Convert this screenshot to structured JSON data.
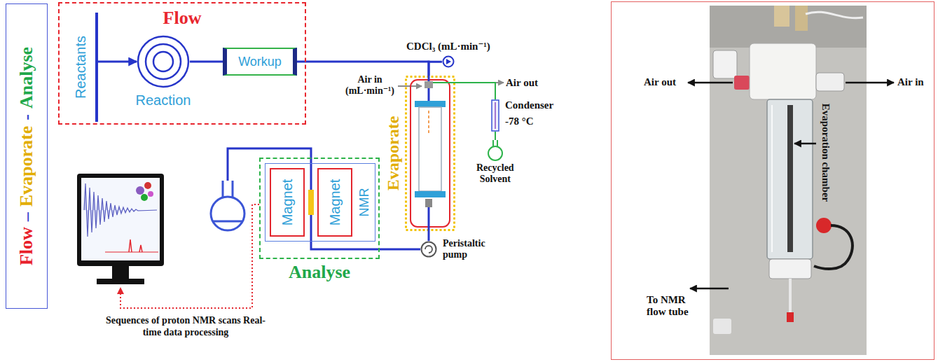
{
  "diagram": {
    "nodes": [
      {
        "text": [
          "Flow",
          "–",
          "Evaporate",
          "-",
          "Analyse"
        ]
      },
      {
        "text": [
          "Flow"
        ]
      },
      {
        "text": [
          "Reactants"
        ],
        "in": 1
      },
      {
        "text": [
          "Reaction"
        ],
        "in": 1
      },
      {
        "text": [
          "Workup"
        ],
        "in": 1
      },
      {
        "text": [
          "CDCl₃ (mL·min⁻¹)"
        ]
      },
      {
        "text": [
          "Evaporate"
        ]
      },
      {
        "text": [
          "Condenser",
          "-78 °C"
        ]
      },
      {
        "text": [
          "Recycled Solvent"
        ]
      },
      {
        "text": [
          "Analyse"
        ]
      },
      {
        "text": [
          "NMR"
        ],
        "in": 9
      },
      {
        "text": [
          "Magnet"
        ],
        "in": 10
      },
      {
        "text": [
          "Magnet"
        ],
        "in": 10
      },
      {
        "text": [
          "Peristaltic pump"
        ]
      },
      {
        "text": [
          "Air out",
          "Air in",
          "Evaporation chamber",
          "To NMR flow tube"
        ]
      }
    ],
    "edges": [
      {
        "from": 2,
        "to": 3,
        "arrow": "to"
      },
      {
        "from": 3,
        "to": 4,
        "arrow": "none"
      },
      {
        "from": 4,
        "to": 6,
        "arrow": "none"
      },
      {
        "from": 5,
        "to": 6,
        "arrow": "none"
      },
      {
        "from": 6,
        "to": 7,
        "arrow": "none"
      },
      {
        "from": 7,
        "to": 8,
        "arrow": "none"
      },
      {
        "from": 6,
        "to": 13,
        "arrow": "none"
      },
      {
        "from": 13,
        "to": 10,
        "arrow": "none"
      }
    ],
    "labels": [
      "Air in (mL·min⁻¹)",
      "Air out",
      "Sequences of proton NMR scans Real-time data processing"
    ]
  }
}
